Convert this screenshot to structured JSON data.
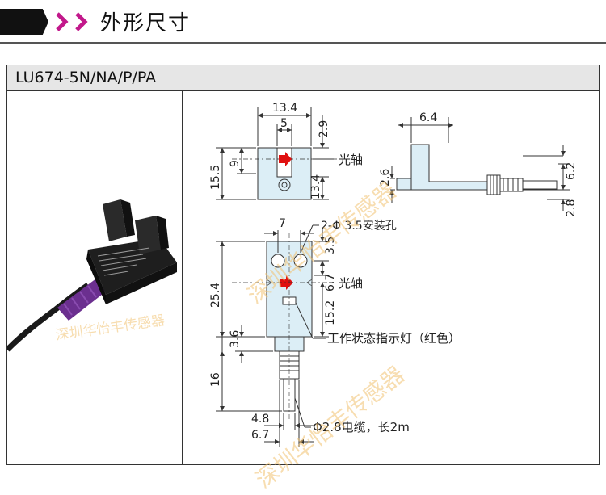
{
  "header": {
    "title": "外形尺寸",
    "colors": {
      "bar": "#111111",
      "chevron": "#c2188b"
    }
  },
  "table": {
    "model": "LU674-5N/NA/P/PA"
  },
  "watermark": {
    "text": "深圳华怡丰传感器"
  },
  "drawing": {
    "dims": {
      "top_width": "13.4",
      "slot_width": "5",
      "top_gap": "2.9",
      "height_total": "15.5",
      "height_9": "9",
      "height_134": "13.4",
      "side_width": "6.4",
      "side_26": "2.6",
      "side_62": "6.2",
      "side_28": "2.8",
      "front_7": "7",
      "front_35": "3.5",
      "front_254": "25.4",
      "front_67": "6.7",
      "front_152": "15.2",
      "front_36": "3.6",
      "front_16": "16",
      "front_48": "4.8",
      "front_67b": "6.7"
    },
    "labels": {
      "optical_axis_1": "光轴",
      "optical_axis_2": "光轴",
      "mount_holes": "2-Φ 3.5安装孔",
      "indicator": "工作状态指示灯（红色）",
      "cable": "Φ2.8电缆，长2m"
    }
  }
}
